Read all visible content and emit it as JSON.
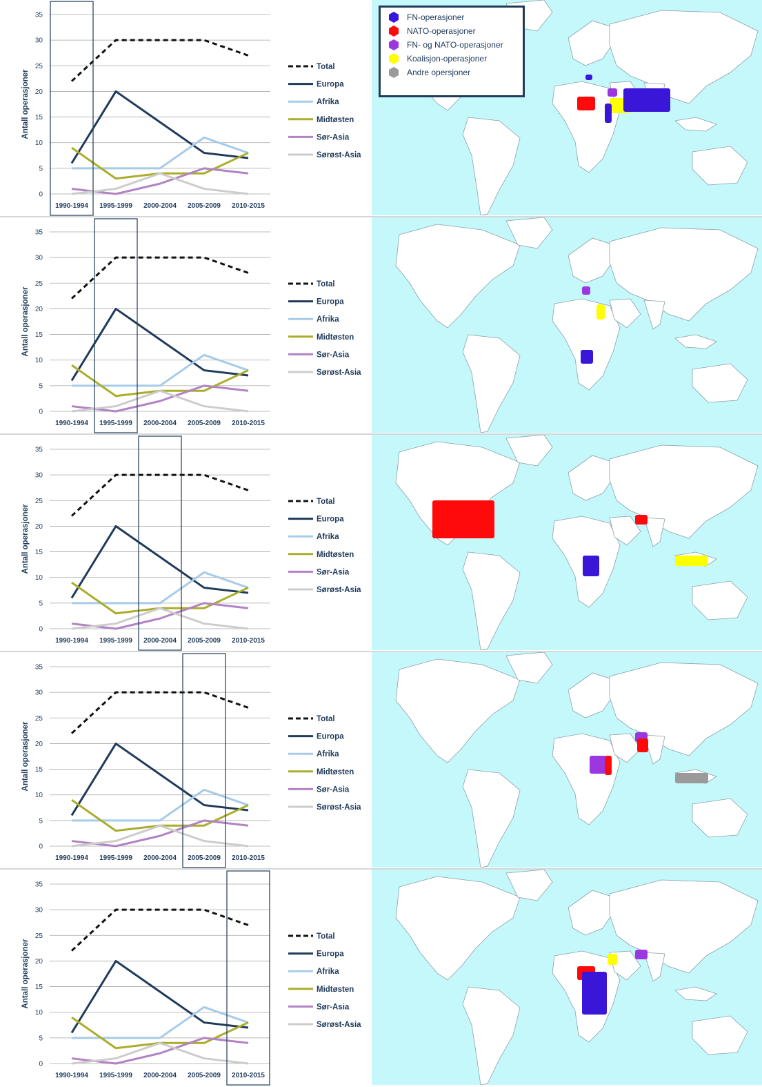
{
  "colors": {
    "ocean": "#c4f8fb",
    "land": "#ffffff",
    "border": "#1f3a5a",
    "grid": "#a6a6a6"
  },
  "map_legend": {
    "items": [
      {
        "label": "FN-operasjoner",
        "color": "#3a16d8",
        "icon": "hexagon-icon"
      },
      {
        "label": "NATO-operasjoner",
        "color": "#ff0a0a",
        "icon": "hexagon-icon"
      },
      {
        "label": "FN- og NATO-operasjoner",
        "color": "#9b36e0",
        "icon": "hexagon-icon"
      },
      {
        "label": "Koalisjon-operasjoner",
        "color": "#ffff00",
        "icon": "hexagon-icon"
      },
      {
        "label": "Andre opersjoner",
        "color": "#9a9a9a",
        "icon": "hexagon-icon"
      }
    ]
  },
  "chart_data": {
    "type": "line",
    "ylabel": "Antall operasjoner",
    "xlabel": "",
    "ylim": [
      0,
      35
    ],
    "ytick_values": [
      0,
      5,
      10,
      15,
      20,
      25,
      30,
      35
    ],
    "categories": [
      "1990-1994",
      "1995-1999",
      "2000-2004",
      "2005-2009",
      "2010-2015"
    ],
    "grid": true,
    "legend_position": "right",
    "series": [
      {
        "name": "Total",
        "values": [
          22,
          30,
          30,
          30,
          27
        ],
        "color": "#111111",
        "dashed": true
      },
      {
        "name": "Europa",
        "values": [
          6,
          20,
          14,
          8,
          7
        ],
        "color": "#1f3a5a",
        "dashed": false
      },
      {
        "name": "Afrika",
        "values": [
          5,
          5,
          5,
          11,
          8
        ],
        "color": "#a7cbe8",
        "dashed": false
      },
      {
        "name": "Midtøsten",
        "values": [
          9,
          3,
          4,
          4,
          8
        ],
        "color": "#aaad2a",
        "dashed": false
      },
      {
        "name": "Sør-Asia",
        "values": [
          1,
          0,
          2,
          5,
          4
        ],
        "color": "#b282c4",
        "dashed": false
      },
      {
        "name": "Sørøst-Asia",
        "values": [
          0,
          1,
          4,
          1,
          0
        ],
        "color": "#cccccc",
        "dashed": false
      }
    ],
    "panels": [
      {
        "highlight": "1990-1994",
        "highlight_index": 0,
        "map_regions": [
          {
            "region": "Bosnia",
            "type": "FN-operasjoner"
          },
          {
            "region": "Libya",
            "type": "NATO-operasjoner"
          },
          {
            "region": "Kuwait/Iraq",
            "type": "FN- og NATO-operasjoner"
          },
          {
            "region": "Saudi Arabia",
            "type": "Koalisjon-operasjoner"
          },
          {
            "region": "South Asia",
            "type": "FN-operasjoner"
          },
          {
            "region": "Somalia",
            "type": "FN-operasjoner"
          }
        ]
      },
      {
        "highlight": "1995-1999",
        "highlight_index": 1,
        "map_regions": [
          {
            "region": "Balkans",
            "type": "FN- og NATO-operasjoner"
          },
          {
            "region": "Egypt",
            "type": "Koalisjon-operasjoner"
          },
          {
            "region": "Angola",
            "type": "FN-operasjoner"
          }
        ]
      },
      {
        "highlight": "2000-2004",
        "highlight_index": 2,
        "map_regions": [
          {
            "region": "USA",
            "type": "NATO-operasjoner"
          },
          {
            "region": "Afghanistan",
            "type": "NATO-operasjoner"
          },
          {
            "region": "DR Congo",
            "type": "FN-operasjoner"
          },
          {
            "region": "Indonesia",
            "type": "Koalisjon-operasjoner"
          }
        ]
      },
      {
        "highlight": "2005-2009",
        "highlight_index": 3,
        "map_regions": [
          {
            "region": "Afghanistan",
            "type": "FN- og NATO-operasjoner"
          },
          {
            "region": "Pakistan",
            "type": "NATO-operasjoner"
          },
          {
            "region": "Sudan",
            "type": "FN- og NATO-operasjoner"
          },
          {
            "region": "Somalia",
            "type": "NATO-operasjoner"
          },
          {
            "region": "Indonesia",
            "type": "Andre opersjoner"
          }
        ]
      },
      {
        "highlight": "2010-2015",
        "highlight_index": 4,
        "map_regions": [
          {
            "region": "Libya",
            "type": "NATO-operasjoner"
          },
          {
            "region": "Central Africa",
            "type": "FN-operasjoner"
          },
          {
            "region": "Afghanistan",
            "type": "FN- og NATO-operasjoner"
          },
          {
            "region": "Iraq",
            "type": "Koalisjon-operasjoner"
          }
        ]
      }
    ]
  }
}
